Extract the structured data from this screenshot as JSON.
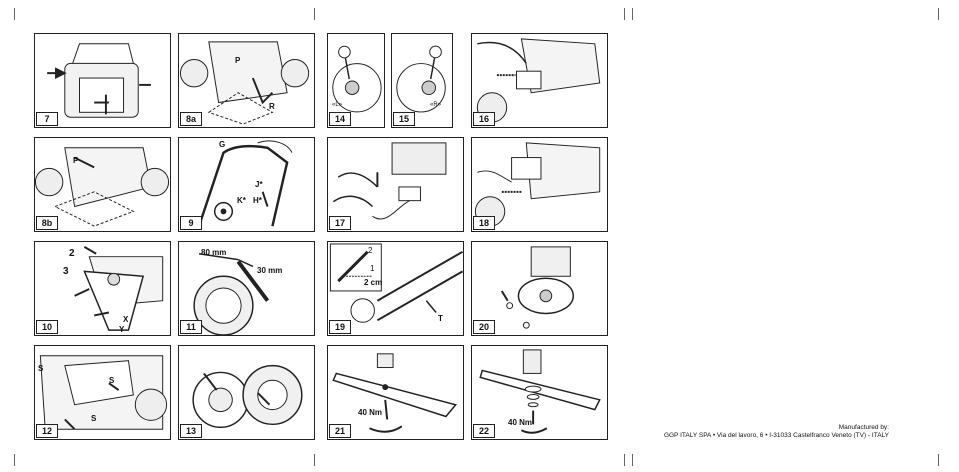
{
  "panels": [
    {
      "num": "7",
      "labels": []
    },
    {
      "num": "8a",
      "labels": [
        "P",
        "R"
      ]
    },
    {
      "num": "14",
      "labels": [
        "«L»"
      ]
    },
    {
      "num": "15",
      "labels": [
        "«R»"
      ]
    },
    {
      "num": "16",
      "labels": []
    },
    {
      "num": "8b",
      "labels": [
        "P"
      ]
    },
    {
      "num": "9",
      "labels": [
        "G",
        "J*",
        "K*",
        "H*"
      ]
    },
    {
      "num": "17",
      "labels": []
    },
    {
      "num": "18",
      "labels": []
    },
    {
      "num": "10",
      "labels": [
        "2",
        "3",
        "X",
        "Y"
      ]
    },
    {
      "num": "11",
      "labels": [
        "80 mm",
        "30 mm"
      ]
    },
    {
      "num": "19",
      "labels": [
        "2",
        "1",
        "2 cm",
        "T"
      ]
    },
    {
      "num": "20",
      "labels": []
    },
    {
      "num": "12",
      "labels": [
        "S",
        "S",
        "S"
      ]
    },
    {
      "num": "13",
      "labels": []
    },
    {
      "num": "21",
      "labels": [
        "40 Nm"
      ]
    },
    {
      "num": "22",
      "labels": [
        "40 Nm"
      ]
    }
  ],
  "manufacturer": {
    "title": "Manufactured by:",
    "line": "GGP ITALY SPA  •  Via del lavoro, 6  •  I-31033 Castelfranco Veneto (TV) - ITALY"
  }
}
